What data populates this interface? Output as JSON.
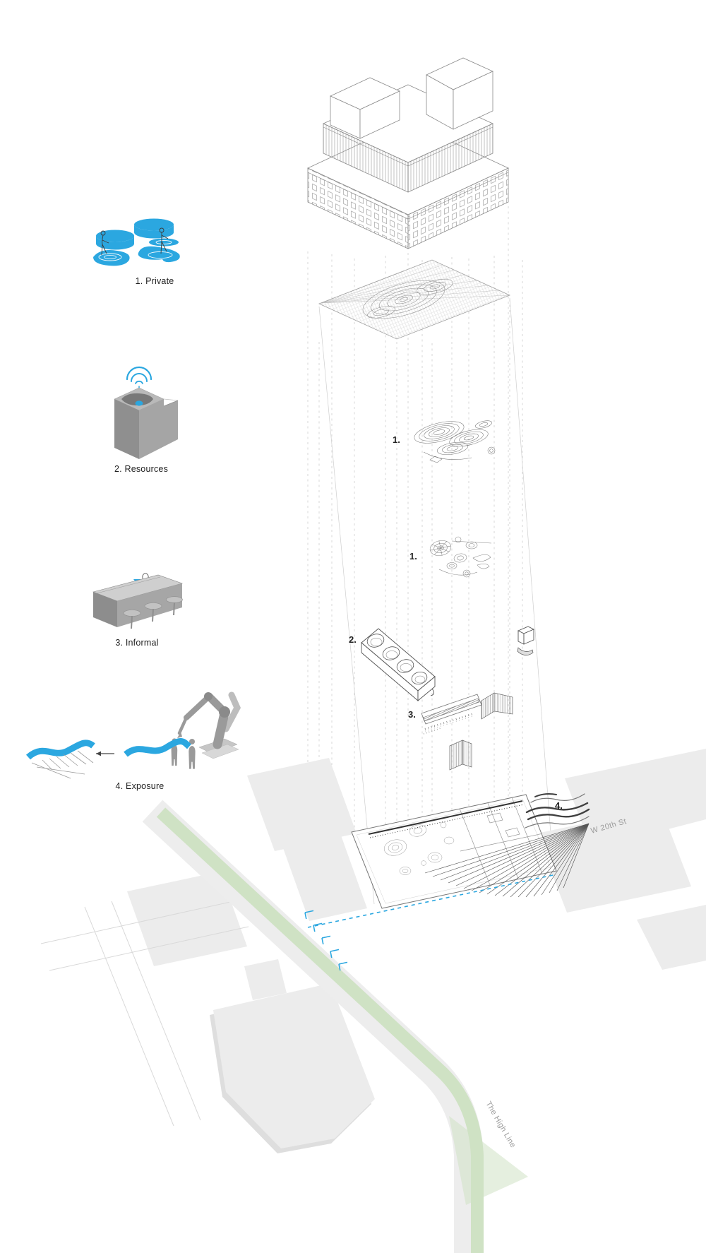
{
  "palette": {
    "accent_blue": "#2ba7e0",
    "highline_green": "#cfe2c4",
    "block_gray": "#ececec",
    "ink": "#1f1f1f",
    "muted_label": "#9b9b9b"
  },
  "legend": {
    "items": [
      {
        "icon": "private-pods-icon",
        "label": "1. Private"
      },
      {
        "icon": "resources-block-icon",
        "label": "2. Resources"
      },
      {
        "icon": "informal-bar-icon",
        "label": "3. Informal"
      },
      {
        "icon": "exposure-robot-icon",
        "label": "4. Exposure"
      }
    ]
  },
  "exploded_view": {
    "callouts": [
      {
        "layer": "mesh-garden-disc",
        "number": "1."
      },
      {
        "layer": "planting-clusters",
        "number": "1."
      },
      {
        "layer": "planter-bench",
        "number": "2."
      },
      {
        "layer": "informal-bar",
        "number": "3."
      },
      {
        "layer": "exposure-canopy",
        "number": "4."
      }
    ]
  },
  "site_plan": {
    "street_label": "W 20th St",
    "highline_label": "The High Line"
  }
}
